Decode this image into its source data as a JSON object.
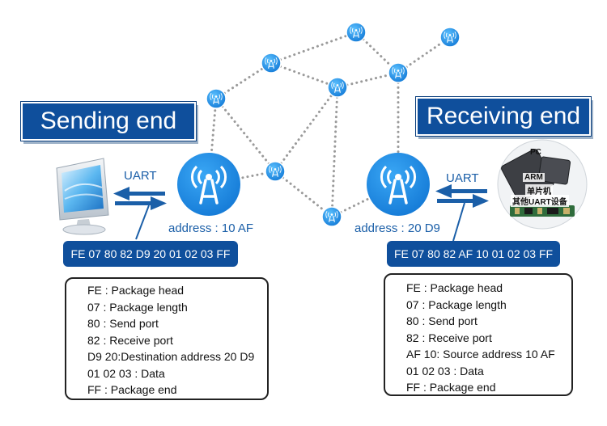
{
  "sending": {
    "title": "Sending end",
    "uart_label": "UART",
    "address": "address : 10 AF",
    "packet": "FE 07 80 82 D9 20 01 02 03 FF",
    "legend": [
      "FE : Package head",
      "07 : Package length",
      "80 : Send port",
      "82 : Receive port",
      "D9 20:Destination address 20 D9",
      "01 02 03 : Data",
      "FF : Package end"
    ]
  },
  "receiving": {
    "title": "Receiving end",
    "uart_label": "UART",
    "address": "address : 20 D9",
    "packet": "FE 07 80 82 AF 10 01 02 03 FF",
    "legend": [
      "FE : Package head",
      "07 : Package length",
      "80 : Send port",
      "82 : Receive port",
      "AF 10: Source address 10 AF",
      "01 02 03 : Data",
      "FF : Package end"
    ],
    "device_labels": [
      "PC",
      "ARM",
      "单片机",
      "其他UART设备"
    ]
  },
  "colors": {
    "brand_blue": "#0f4f9c",
    "node_blue": "#1a8fe3",
    "link_gray": "#9a9a9a"
  },
  "icons": [
    "monitor-icon",
    "antenna-icon",
    "chip-icon",
    "arrow-left-icon",
    "arrow-right-icon"
  ]
}
